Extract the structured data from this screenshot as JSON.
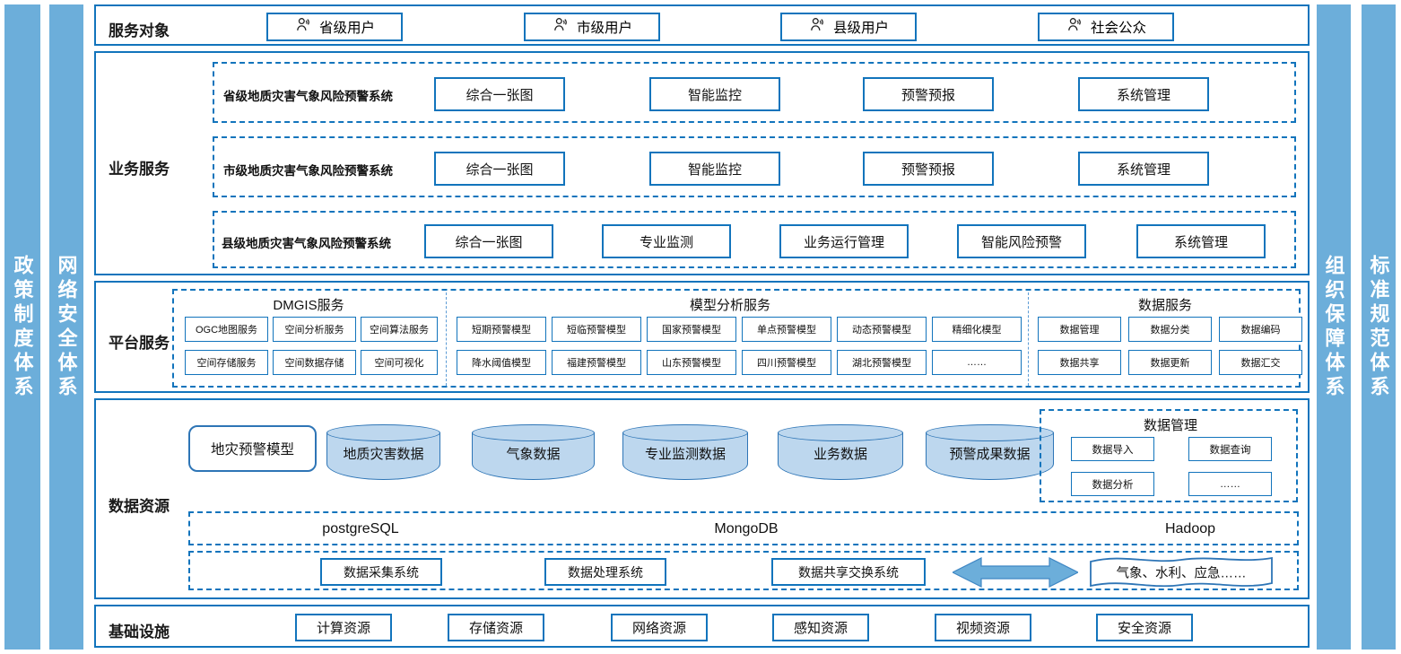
{
  "pillars": [
    {
      "id": "policy-system",
      "label": "政策制度体系"
    },
    {
      "id": "network-security-system",
      "label": "网络安全体系"
    },
    {
      "id": "organization-support-system",
      "label": "组织保障体系"
    },
    {
      "id": "standard-spec-system",
      "label": "标准规范体系"
    }
  ],
  "service_object": {
    "label": "服务对象",
    "users": [
      {
        "icon": "user-icon",
        "label": "省级用户"
      },
      {
        "icon": "user-icon",
        "label": "市级用户"
      },
      {
        "icon": "user-icon",
        "label": "县级用户"
      },
      {
        "icon": "user-icon",
        "label": "社会公众"
      }
    ]
  },
  "business_service": {
    "label": "业务服务",
    "rows": [
      {
        "system": "省级地质灾害气象风险预警系统",
        "modules": [
          "综合一张图",
          "智能监控",
          "预警预报",
          "系统管理"
        ]
      },
      {
        "system": "市级地质灾害气象风险预警系统",
        "modules": [
          "综合一张图",
          "智能监控",
          "预警预报",
          "系统管理"
        ]
      },
      {
        "system": "县级地质灾害气象风险预警系统",
        "modules": [
          "综合一张图",
          "专业监测",
          "业务运行管理",
          "智能风险预警",
          "系统管理"
        ]
      }
    ]
  },
  "platform_service": {
    "label": "平台服务",
    "groups": [
      {
        "title": "DMGIS服务",
        "row1": [
          "OGC地图服务",
          "空间分析服务",
          "空间算法服务"
        ],
        "row2": [
          "空间存储服务",
          "空间数据存储",
          "空间可视化"
        ]
      },
      {
        "title": "模型分析服务",
        "row1": [
          "短期预警模型",
          "短临预警模型",
          "国家预警模型",
          "单点预警模型",
          "动态预警模型",
          "精细化模型"
        ],
        "row2": [
          "降水阈值模型",
          "福建预警模型",
          "山东预警模型",
          "四川预警模型",
          "湖北预警模型",
          "……"
        ]
      },
      {
        "title": "数据服务",
        "row1": [
          "数据管理",
          "数据分类",
          "数据编码"
        ],
        "row2": [
          "数据共享",
          "数据更新",
          "数据汇交"
        ]
      }
    ]
  },
  "data_resource": {
    "label": "数据资源",
    "model_box": "地灾预警模型",
    "stores": [
      "地质灾害数据",
      "气象数据",
      "专业监测数据",
      "业务数据",
      "预警成果数据"
    ],
    "data_mgmt": {
      "title": "数据管理",
      "items": [
        "数据导入",
        "数据查询",
        "数据分析",
        "……"
      ]
    },
    "databases": [
      "postgreSQL",
      "MongoDB",
      "Hadoop"
    ],
    "pipeline": {
      "systems": [
        "数据采集系统",
        "数据处理系统",
        "数据共享交换系统"
      ],
      "arrow": "double-arrow-icon",
      "external": "气象、水利、应急……"
    }
  },
  "infrastructure": {
    "label": "基础设施",
    "items": [
      "计算资源",
      "存储资源",
      "网络资源",
      "感知资源",
      "视频资源",
      "安全资源"
    ]
  },
  "colors": {
    "pillar": "#6CAEDA",
    "outline": "#1274BC",
    "dash": "#1274BC",
    "cylinder_fill": "#BDD7EE",
    "cylinder_stroke": "#2E75B6",
    "arrow": "#6CAEDA"
  }
}
